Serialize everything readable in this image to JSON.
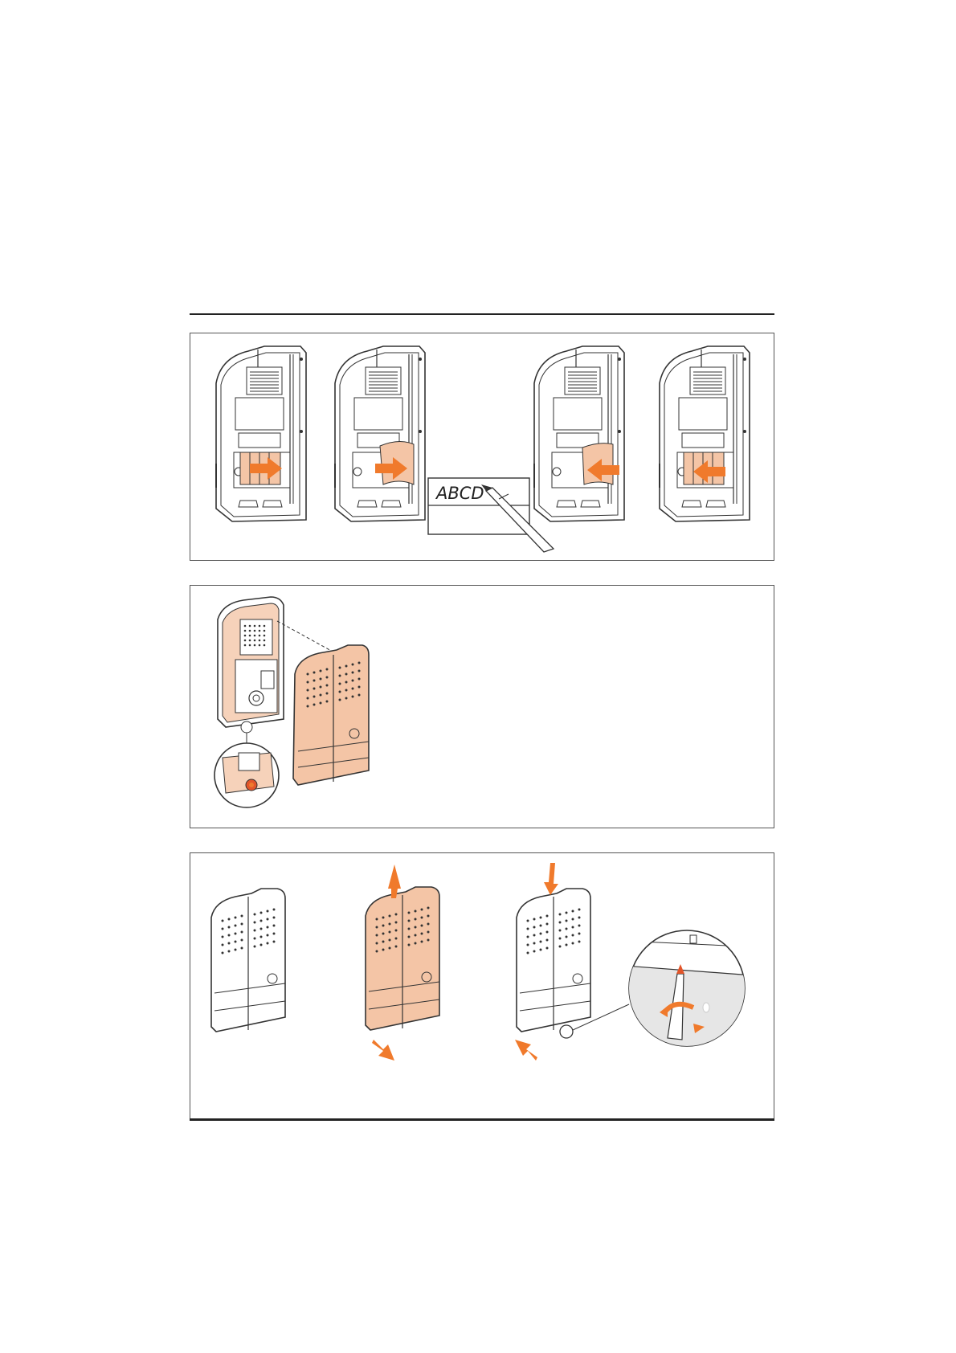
{
  "label_card": {
    "text": "ABCD"
  },
  "colors": {
    "accent": "#f07a2c",
    "cover_fill": "#f4c5a6",
    "tint_fill": "#f6d2ba",
    "line": "#333333",
    "red": "#e2552a"
  },
  "panels": [
    {
      "name": "label-replacement-steps",
      "steps": 5
    },
    {
      "name": "front-cover-fitting",
      "steps": 1
    },
    {
      "name": "cover-removal-steps",
      "steps": 3
    }
  ]
}
